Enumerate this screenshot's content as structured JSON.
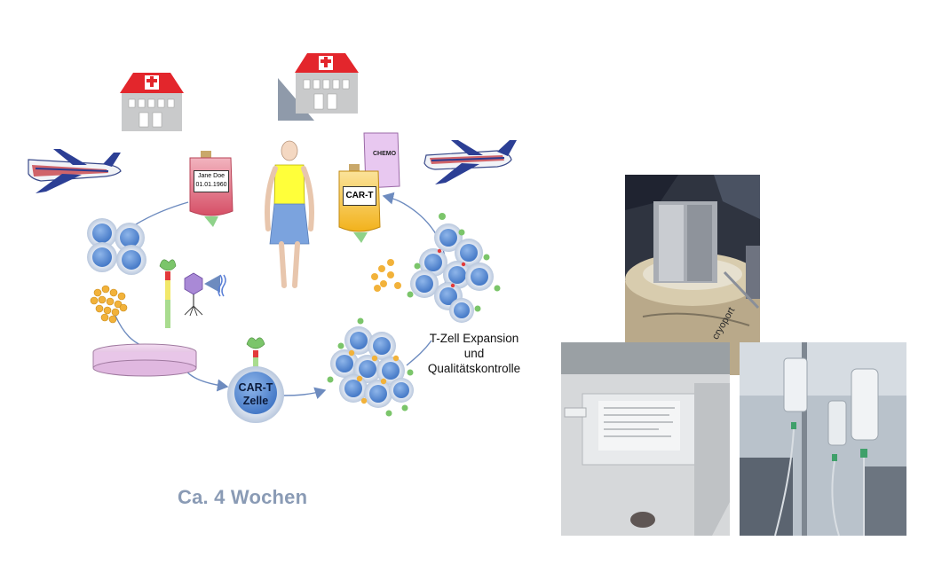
{
  "bags": {
    "patient_bag_name": "Jane Doe",
    "patient_bag_date": "01.01.1960",
    "cart_bag_label": "CAR-T",
    "chemo_bag_label": "CHEMO"
  },
  "cell": {
    "line1": "CAR-T",
    "line2": "Zelle"
  },
  "expansion": {
    "line1": "T-Zell Expansion",
    "line2": "und",
    "line3": "Qualitätskontrolle"
  },
  "duration": "Ca. 4 Wochen",
  "photos": {
    "shipper_brand": "cryoport"
  },
  "colors": {
    "hospital_roof": "#e3262c",
    "hospital_body": "#c9cacb",
    "cell_blue": "#5b8fd6",
    "cell_halo": "#c8d3e4",
    "bead_orange": "#f2b23a",
    "caption_gray": "#8a9bb5",
    "patient_bag": "#d9546a",
    "cart_bag": "#f6c22e",
    "chemo_bag": "#e8c8f0",
    "dish": "#e8c6e8",
    "arrow_blue": "#6d8bbf"
  }
}
